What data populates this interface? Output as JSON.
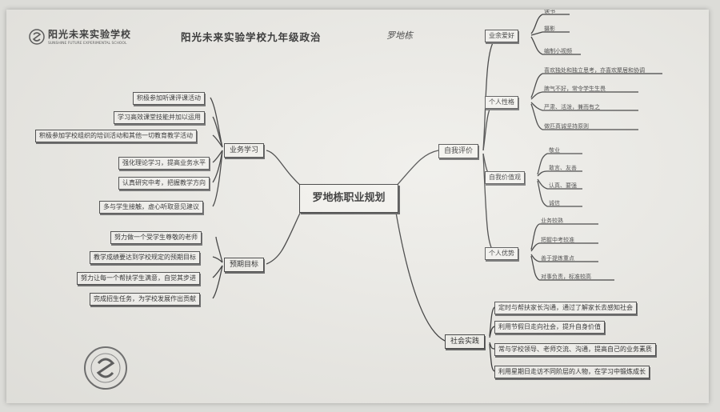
{
  "header": {
    "school_name": "阳光未来实验学校",
    "school_name_en": "SUNSHINE FUTURE EXPERIMENTAL SCHOOL",
    "doc_title": "阳光未来实验学校九年级政治",
    "author_signature": "罗地栋"
  },
  "central_topic": "罗地栋职业规划",
  "branches": {
    "business_study": {
      "label": "业务学习",
      "items": [
        "积极参加听课评课活动",
        "学习高效课堂技能并加以运用",
        "积极参加学校组织的培训活动和其他一切教育教学活动",
        "强化理论学习，提高业务水平",
        "认真研究中考，把握教学方向",
        "多与学生接触，虚心听取意见建议"
      ]
    },
    "expected_goals": {
      "label": "预期目标",
      "items": [
        "努力做一个受学生尊敬的老师",
        "教学成绩要达到学校规定的预期目标",
        "努力让每一个帮扶学生满意，自觉其步进",
        "完成招生任务，为学校发展作出贡献"
      ]
    },
    "self_evaluation": {
      "label": "自我评价",
      "groups": [
        {
          "label": "业余爱好",
          "items": [
            "读书",
            "摄影",
            "编制小视频"
          ]
        },
        {
          "label": "个人性格",
          "items": [
            "喜欢独处和独立思考，亦喜欢聚居和协调",
            "脾气不好，常令学生生畏",
            "严肃、活泼，兼而有之",
            "做匹真诚坚持原则"
          ]
        },
        {
          "label": "自我价值观",
          "items": [
            "敬业",
            "敢言、友善",
            "认真、要强",
            "诚信"
          ]
        },
        {
          "label": "个人优势",
          "items": [
            "业务较熟",
            "把握中考较准",
            "善于提炼重点",
            "对事负责，标准较高"
          ]
        }
      ]
    },
    "social_practice": {
      "label": "社会实践",
      "items": [
        "定时与帮扶家长沟通，通过了解家长去感知社会",
        "利用节假日走向社会，提升自身价值",
        "常与学校领导、老师交流、沟通，提高自己的业务素质",
        "利用星期日走访不同阶层的人物，在学习中锻炼成长"
      ]
    }
  },
  "colors": {
    "line": "#2a2a2a",
    "paper": "#ecebe6",
    "box": "#f4f3ef"
  }
}
